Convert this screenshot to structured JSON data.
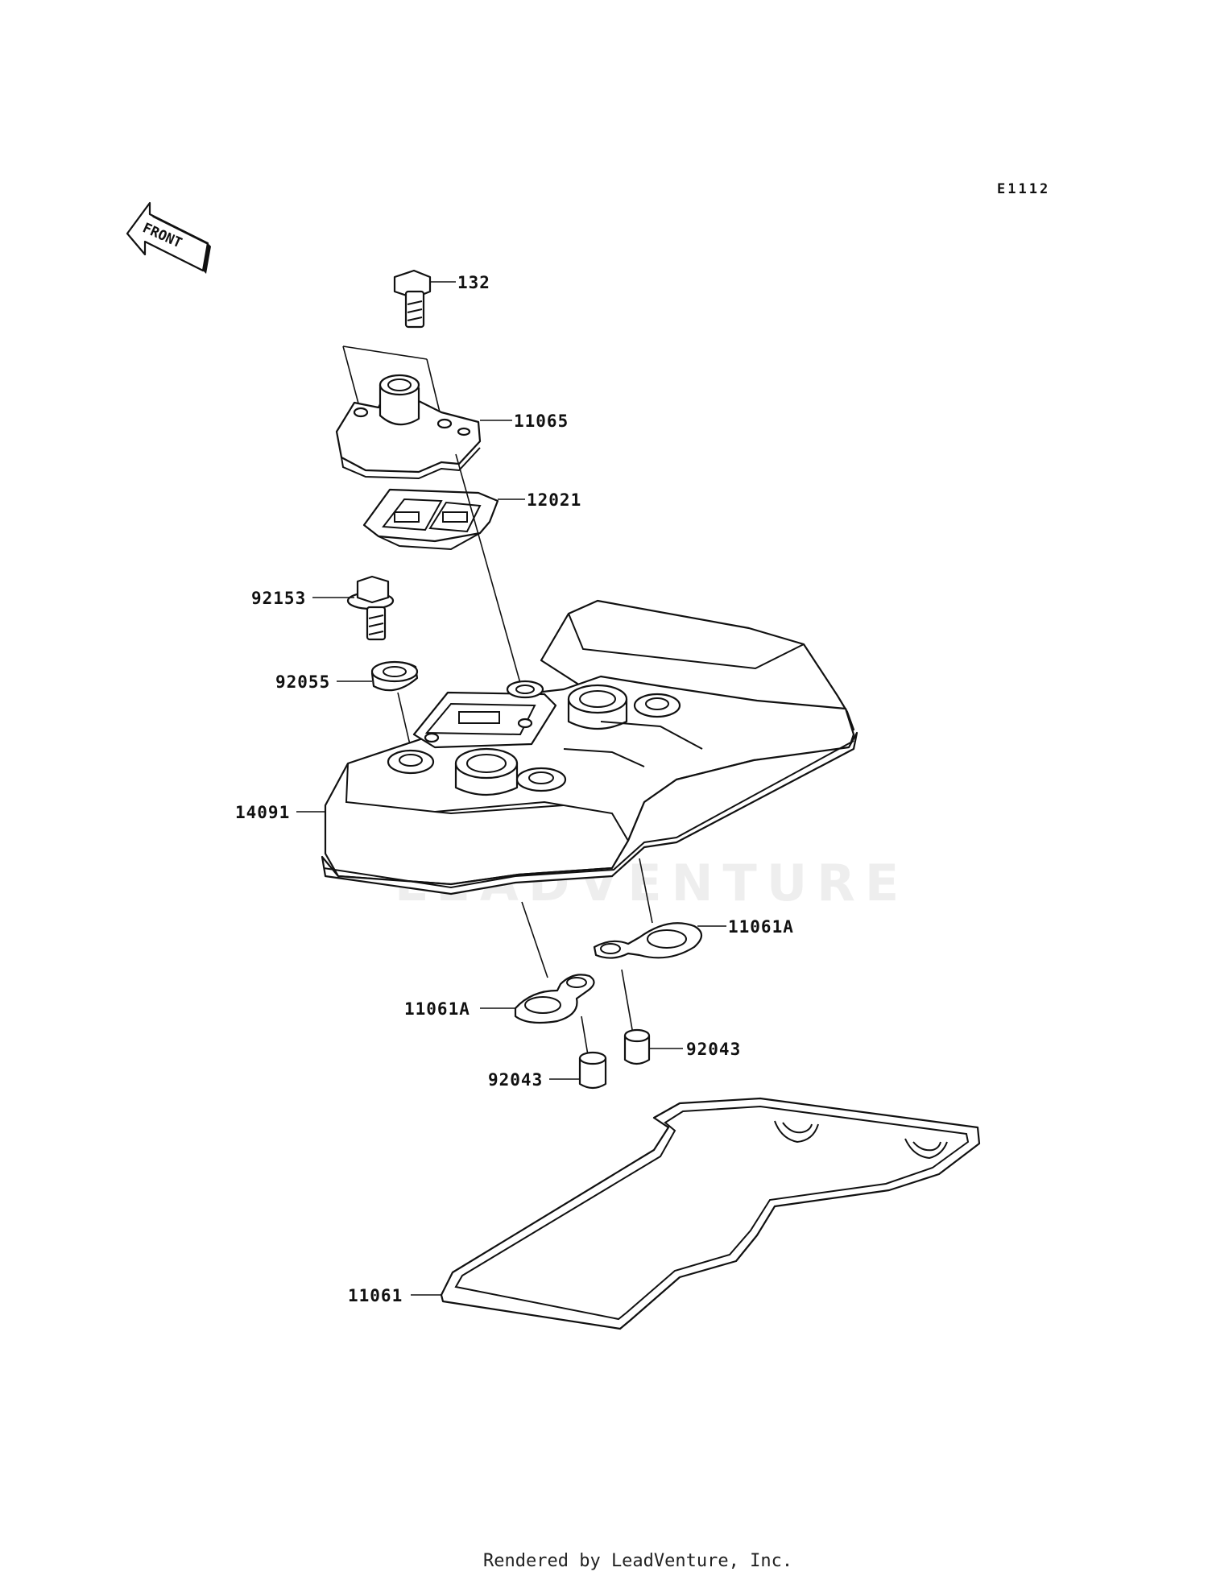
{
  "diagram": {
    "reference_code": "E1112",
    "front_marker": "FRONT",
    "watermark": "LEADVENTURE",
    "footer": "Rendered by LeadVenture, Inc.",
    "callouts": [
      {
        "id": "bolt",
        "label": "132"
      },
      {
        "id": "breather-cover",
        "label": "11065"
      },
      {
        "id": "breather-gasket",
        "label": "12021"
      },
      {
        "id": "cover-bolt",
        "label": "92153"
      },
      {
        "id": "washer",
        "label": "92055"
      },
      {
        "id": "cylinder-head-cover",
        "label": "14091"
      },
      {
        "id": "plug-gasket-right",
        "label": "11061A"
      },
      {
        "id": "plug-gasket-left",
        "label": "11061A"
      },
      {
        "id": "collar-right",
        "label": "92043"
      },
      {
        "id": "collar-left",
        "label": "92043"
      },
      {
        "id": "head-cover-gasket",
        "label": "11061"
      }
    ]
  }
}
